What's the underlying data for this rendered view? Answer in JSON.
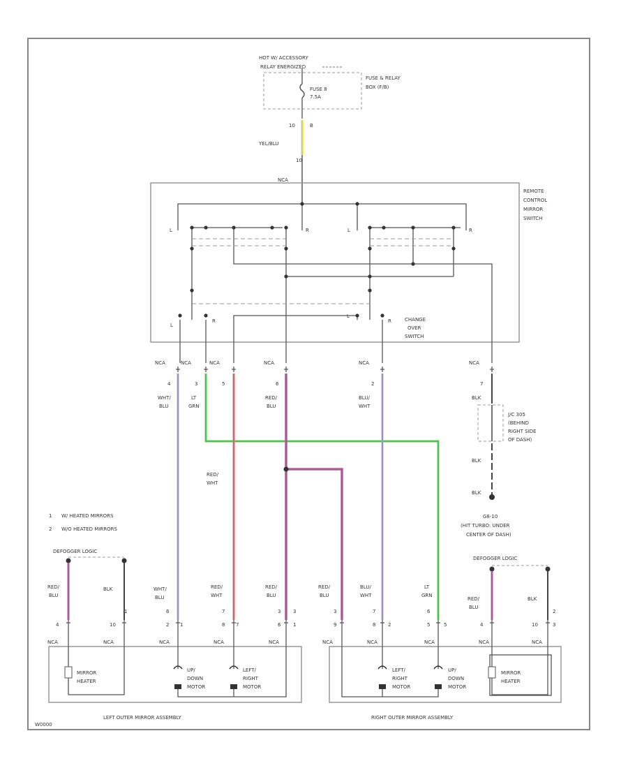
{
  "wire_colors": {
    "yel_blu": "#f3f36a",
    "wht_blu": "#b9b4f5",
    "lt_grn": "#4fe04a",
    "red_wht": "#f06b6b",
    "red_blu": "#c85aa8",
    "blu_wht": "#b9b4f5",
    "blk": "#555555"
  },
  "labels": {
    "hot_acc": "HOT W/ ACCESSORY",
    "relay_energized": "RELAY ENERGIZED",
    "fuse_name": "FUSE 8",
    "fuse_amp": "7.5A",
    "fuse_box_1": "FUSE & RELAY",
    "fuse_box_2": "BOX (F/B)",
    "pin_fuse_a": "10",
    "pin_fuse_b": "B",
    "yel_blu": "YEL/BLU",
    "pin_yel": "10",
    "nca_top": "NCA",
    "rc_switch_1": "REMOTE",
    "rc_switch_2": "CONTROL",
    "rc_switch_3": "MIRROR",
    "rc_switch_4": "SWITCH",
    "sw_l1": "L",
    "sw_r1": "R",
    "sw_l2": "L",
    "sw_r2": "R",
    "co_l": "L",
    "co_r": "R",
    "co_l2": "L",
    "co_r2": "R",
    "changeover_1": "CHANGE",
    "changeover_2": "OVER",
    "changeover_3": "SWITCH",
    "nca_1": "NCA",
    "nca_2": "NCA",
    "nca_3": "NCA",
    "nca_4": "NCA",
    "nca_5": "NCA",
    "nca_6": "NCA",
    "pin_4": "4",
    "pin_3": "3",
    "pin_5": "5",
    "pin_6": "6",
    "pin_2": "2",
    "pin_7": "7",
    "wht_blu_a": "WHT/",
    "wht_blu_b": "BLU",
    "lt_grn_a": "LT",
    "lt_grn_b": "GRN",
    "red_blu_a": "RED/",
    "red_blu_b": "BLU",
    "blu_wht_a": "BLU/",
    "blu_wht_b": "WHT",
    "blk_1": "BLK",
    "jc_1": "J/C 305",
    "jc_2": "(BEHIND",
    "jc_3": "RIGHT SIDE",
    "jc_4": "OF DASH)",
    "blk_2": "BLK",
    "red_wht_a": "RED/",
    "red_wht_b": "WHT",
    "blk_3": "BLK",
    "g_1": "G8-10",
    "g_2": "(HIT TURBO: UNDER",
    "g_3": "CENTER OF DASH)",
    "note_1_num": "1",
    "note_1": "W/ HEATED MIRRORS",
    "note_2_num": "2",
    "note_2": "W/O HEATED MIRRORS",
    "defogger_l": "DEFOGGER LOGIC",
    "defogger_r": "DEFOGGER LOGIC",
    "b_redblu_a": "RED/",
    "b_redblu_b": "BLU",
    "b_blk": "BLK",
    "b_whtblu_a": "WHT/",
    "b_whtblu_b": "BLU",
    "b_redwht_a": "RED/",
    "b_redwht_b": "WHT",
    "b_redblu2_a": "RED/",
    "b_redblu2_b": "BLU",
    "b_redblu3_a": "RED/",
    "b_redblu3_b": "BLU",
    "b_bluwht_a": "BLU/",
    "b_bluwht_b": "WHT",
    "b_ltgrn_a": "LT",
    "b_ltgrn_b": "GRN",
    "b_redblu4_a": "RED/",
    "b_redblu4_b": "BLU",
    "b_blk2": "BLK",
    "p_4": "4",
    "p_10": "10",
    "p_6": "6",
    "p_7": "7",
    "p_3": "3",
    "p_3b": "3",
    "p_2": "2",
    "p_1": "1",
    "p_8": "8",
    "p_7b": "7",
    "p_6b": "6",
    "p_4b": "4",
    "p_10b": "10",
    "p_1b": "1",
    "p_1c": "1",
    "p_2b": "2",
    "p_3c": "3",
    "p_9": "9",
    "p_5": "5",
    "p_7c": "7",
    "p_8b": "8",
    "p_5b": "5",
    "p_2c": "2",
    "p_3d": "3",
    "bnca_1": "NCA",
    "bnca_2": "NCA",
    "bnca_3": "NCA",
    "bnca_4": "NCA",
    "bnca_5": "NCA",
    "bnca_6": "NCA",
    "bnca_7": "NCA",
    "bnca_8": "NCA",
    "bnca_9": "NCA",
    "bnca_10": "NCA",
    "mirror_heater_l_1": "MIRROR",
    "mirror_heater_l_2": "HEATER",
    "updown_l_1": "UP/",
    "updown_l_2": "DOWN",
    "updown_l_3": "MOTOR",
    "leftright_l_1": "LEFT/",
    "leftright_l_2": "RIGHT",
    "leftright_l_3": "MOTOR",
    "leftright_r_1": "LEFT/",
    "leftright_r_2": "RIGHT",
    "leftright_r_3": "MOTOR",
    "updown_r_1": "UP/",
    "updown_r_2": "DOWN",
    "updown_r_3": "MOTOR",
    "mirror_heater_r_1": "MIRROR",
    "mirror_heater_r_2": "HEATER",
    "left_assembly": "LEFT OUTER MIRROR ASSEMBLY",
    "right_assembly": "RIGHT OUTER MIRROR ASSEMBLY",
    "fig_id": "W0000"
  }
}
